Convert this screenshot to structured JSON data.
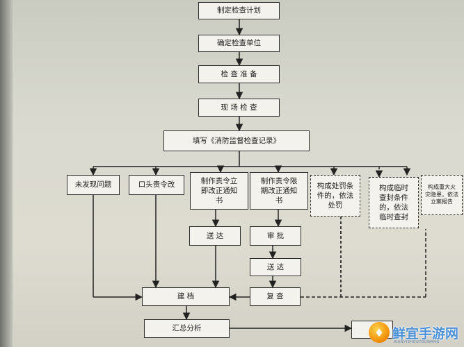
{
  "flowchart": {
    "steps": [
      "制定检查计划",
      "确定检查单位",
      "检 查 准 备",
      "现 场 检 查",
      "填写《消防监督检查记录》"
    ],
    "branches": [
      "未发现问题",
      "口头责令改",
      [
        "制作责令立",
        "即改正通知",
        "书"
      ],
      [
        "制作责令限",
        "期改正通知",
        "书"
      ],
      [
        "构成处罚条",
        "件的，依法",
        "处罚"
      ],
      [
        "构成临时",
        "查封条件",
        "的，依法",
        "临时查封"
      ],
      [
        "构成重大火",
        "灾隐患，依法",
        "立案报告"
      ]
    ],
    "sub": {
      "deliver1": "送    达",
      "approve": "审    批",
      "deliver2": "送    达",
      "archive": "建    档",
      "recheck": "复    查",
      "summary": "汇总分析"
    }
  },
  "logo": {
    "mark": "♦",
    "text": "鲜宜手游网",
    "sub": "XIANYISHOUYOUWANG"
  }
}
